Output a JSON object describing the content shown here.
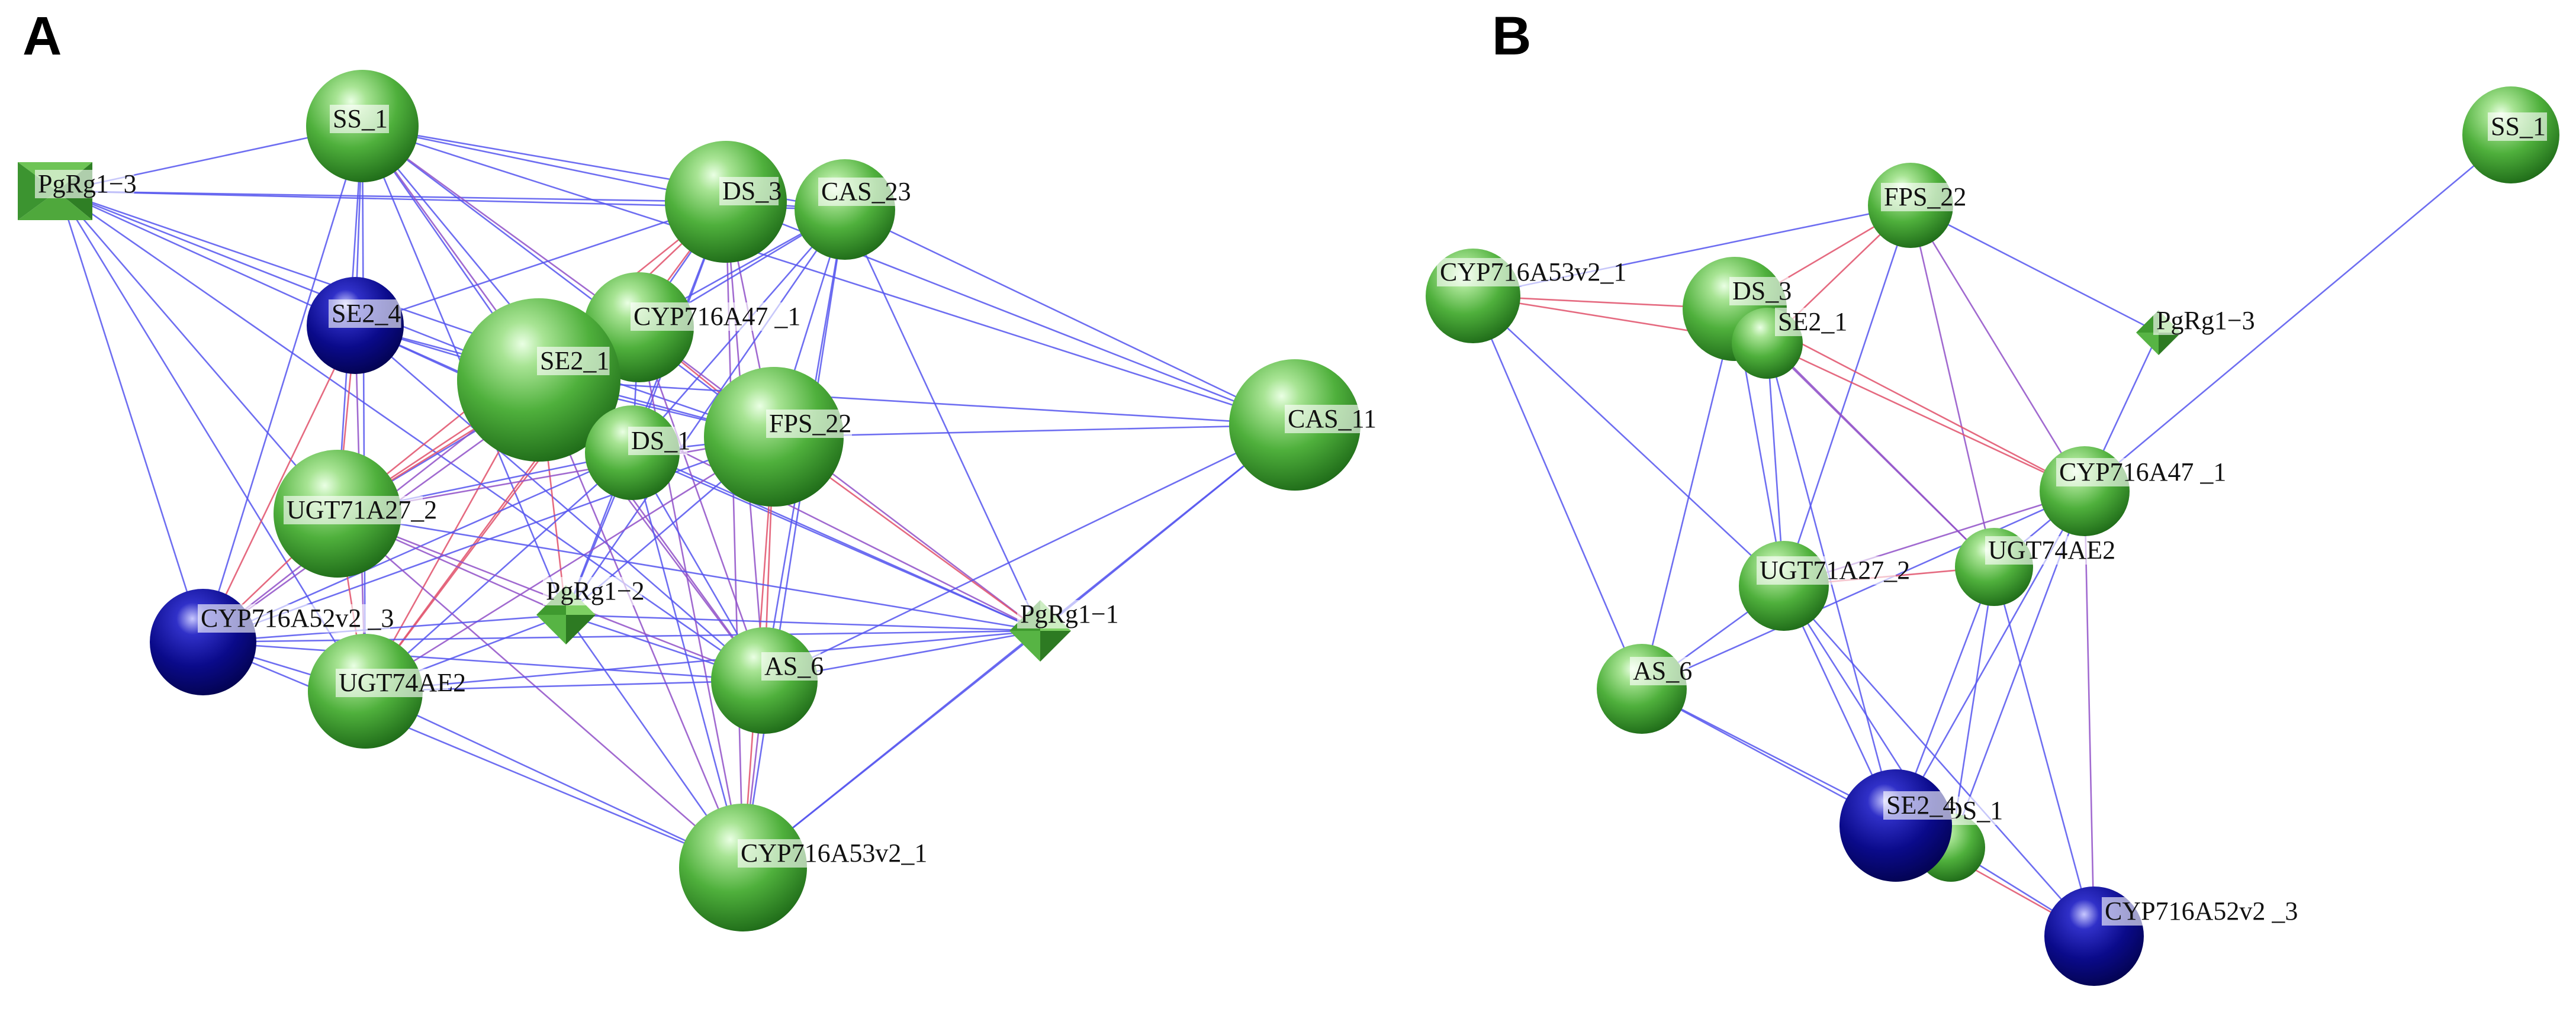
{
  "panels": [
    {
      "letter": "A",
      "nodes": [
        {
          "id": "SS_1",
          "label": "SS_1",
          "color": "green",
          "shape": "sphere"
        },
        {
          "id": "PgRg1-3",
          "label": "PgRg1−3",
          "color": "green",
          "shape": "pyramid"
        },
        {
          "id": "DS_3",
          "label": "DS_3",
          "color": "green",
          "shape": "sphere"
        },
        {
          "id": "CAS_23",
          "label": "CAS_23",
          "color": "green",
          "shape": "sphere"
        },
        {
          "id": "SE2_4",
          "label": "SE2_4",
          "color": "blue",
          "shape": "sphere"
        },
        {
          "id": "CYP716A47_1",
          "label": "CYP716A47 _1",
          "color": "green",
          "shape": "sphere"
        },
        {
          "id": "SE2_1",
          "label": "SE2_1",
          "color": "green",
          "shape": "sphere"
        },
        {
          "id": "DS_1",
          "label": "DS_1",
          "color": "green",
          "shape": "sphere"
        },
        {
          "id": "FPS_22",
          "label": "FPS_22",
          "color": "green",
          "shape": "sphere"
        },
        {
          "id": "CAS_11",
          "label": "CAS_11",
          "color": "green",
          "shape": "sphere"
        },
        {
          "id": "UGT71A27_2",
          "label": "UGT71A27_2",
          "color": "green",
          "shape": "sphere"
        },
        {
          "id": "PgRg1-2",
          "label": "PgRg1−2",
          "color": "green",
          "shape": "pyramid"
        },
        {
          "id": "PgRg1-1",
          "label": "PgRg1−1",
          "color": "green",
          "shape": "pyramid"
        },
        {
          "id": "CYP716A52v2_3",
          "label": "CYP716A52v2 _3",
          "color": "blue",
          "shape": "sphere"
        },
        {
          "id": "UGT74AE2",
          "label": "UGT74AE2",
          "color": "green",
          "shape": "sphere"
        },
        {
          "id": "AS_6",
          "label": "AS_6",
          "color": "green",
          "shape": "sphere"
        },
        {
          "id": "CYP716A53v2_1",
          "label": "CYP716A53v2_1",
          "color": "green",
          "shape": "sphere"
        }
      ],
      "edges": [
        [
          "PgRg1-3",
          "SS_1",
          "blue"
        ],
        [
          "PgRg1-3",
          "DS_3",
          "blue"
        ],
        [
          "PgRg1-3",
          "CAS_23",
          "blue"
        ],
        [
          "PgRg1-3",
          "SE2_4",
          "blue"
        ],
        [
          "PgRg1-3",
          "SE2_1",
          "blue"
        ],
        [
          "PgRg1-3",
          "UGT71A27_2",
          "blue"
        ],
        [
          "PgRg1-3",
          "CYP716A52v2_3",
          "blue"
        ],
        [
          "PgRg1-3",
          "UGT74AE2",
          "blue"
        ],
        [
          "PgRg1-3",
          "AS_6",
          "blue"
        ],
        [
          "PgRg1-3",
          "FPS_22",
          "blue"
        ],
        [
          "SS_1",
          "DS_3",
          "blue"
        ],
        [
          "SS_1",
          "CAS_23",
          "blue"
        ],
        [
          "SS_1",
          "SE2_4",
          "blue"
        ],
        [
          "SS_1",
          "SE2_1",
          "blue"
        ],
        [
          "SS_1",
          "DS_1",
          "blue"
        ],
        [
          "SS_1",
          "FPS_22",
          "blue"
        ],
        [
          "SS_1",
          "UGT71A27_2",
          "blue"
        ],
        [
          "SS_1",
          "PgRg1-2",
          "blue"
        ],
        [
          "SS_1",
          "UGT74AE2",
          "blue"
        ],
        [
          "SS_1",
          "CAS_11",
          "blue"
        ],
        [
          "SS_1",
          "CYP716A52v2_3",
          "blue"
        ],
        [
          "SS_1",
          "AS_6",
          "purple"
        ],
        [
          "SS_1",
          "CYP716A47_1",
          "purple"
        ],
        [
          "DS_3",
          "CAS_23",
          "blue"
        ],
        [
          "DS_3",
          "SE2_4",
          "blue"
        ],
        [
          "DS_3",
          "CYP716A47_1",
          "blue"
        ],
        [
          "DS_3",
          "SE2_1",
          "red"
        ],
        [
          "DS_3",
          "DS_1",
          "blue"
        ],
        [
          "DS_3",
          "FPS_22",
          "purple"
        ],
        [
          "DS_3",
          "CAS_11",
          "blue"
        ],
        [
          "DS_3",
          "UGT71A27_2",
          "red"
        ],
        [
          "DS_3",
          "PgRg1-2",
          "blue"
        ],
        [
          "DS_3",
          "AS_6",
          "purple"
        ],
        [
          "DS_3",
          "CYP716A53v2_1",
          "purple"
        ],
        [
          "DS_3",
          "UGT74AE2",
          "red"
        ],
        [
          "CAS_23",
          "SE2_1",
          "blue"
        ],
        [
          "CAS_23",
          "DS_1",
          "blue"
        ],
        [
          "CAS_23",
          "FPS_22",
          "blue"
        ],
        [
          "CAS_23",
          "CAS_11",
          "blue"
        ],
        [
          "CAS_23",
          "UGT71A27_2",
          "blue"
        ],
        [
          "CAS_23",
          "PgRg1-2",
          "blue"
        ],
        [
          "CAS_23",
          "PgRg1-1",
          "blue"
        ],
        [
          "CAS_23",
          "AS_6",
          "blue"
        ],
        [
          "CAS_23",
          "CYP716A53v2_1",
          "blue"
        ],
        [
          "SE2_4",
          "SE2_1",
          "blue"
        ],
        [
          "SE2_4",
          "DS_1",
          "blue"
        ],
        [
          "SE2_4",
          "FPS_22",
          "blue"
        ],
        [
          "SE2_4",
          "UGT71A27_2",
          "red"
        ],
        [
          "SE2_4",
          "CYP716A52v2_3",
          "red"
        ],
        [
          "SE2_4",
          "UGT74AE2",
          "purple"
        ],
        [
          "SE2_4",
          "AS_6",
          "blue"
        ],
        [
          "SE2_4",
          "PgRg1-1",
          "blue"
        ],
        [
          "CYP716A47_1",
          "SE2_1",
          "red"
        ],
        [
          "CYP716A47_1",
          "DS_1",
          "blue"
        ],
        [
          "CYP716A47_1",
          "FPS_22",
          "red"
        ],
        [
          "CYP716A47_1",
          "UGT71A27_2",
          "red"
        ],
        [
          "CYP716A47_1",
          "CYP716A52v2_3",
          "purple"
        ],
        [
          "CYP716A47_1",
          "UGT74AE2",
          "red"
        ],
        [
          "CYP716A47_1",
          "AS_6",
          "purple"
        ],
        [
          "CYP716A47_1",
          "CYP716A53v2_1",
          "purple"
        ],
        [
          "CYP716A47_1",
          "PgRg1-1",
          "purple"
        ],
        [
          "SE2_1",
          "DS_1",
          "blue"
        ],
        [
          "SE2_1",
          "FPS_22",
          "blue"
        ],
        [
          "SE2_1",
          "CAS_11",
          "blue"
        ],
        [
          "SE2_1",
          "UGT71A27_2",
          "red"
        ],
        [
          "SE2_1",
          "PgRg1-2",
          "red"
        ],
        [
          "SE2_1",
          "CYP716A52v2_3",
          "purple"
        ],
        [
          "SE2_1",
          "UGT74AE2",
          "red"
        ],
        [
          "SE2_1",
          "AS_6",
          "purple"
        ],
        [
          "SE2_1",
          "CYP716A53v2_1",
          "purple"
        ],
        [
          "SE2_1",
          "PgRg1-1",
          "purple"
        ],
        [
          "DS_1",
          "FPS_22",
          "blue"
        ],
        [
          "DS_1",
          "UGT71A27_2",
          "blue"
        ],
        [
          "DS_1",
          "PgRg1-2",
          "blue"
        ],
        [
          "DS_1",
          "UGT74AE2",
          "blue"
        ],
        [
          "DS_1",
          "AS_6",
          "blue"
        ],
        [
          "DS_1",
          "CYP716A53v2_1",
          "blue"
        ],
        [
          "DS_1",
          "CYP716A52v2_3",
          "blue"
        ],
        [
          "DS_1",
          "PgRg1-1",
          "blue"
        ],
        [
          "FPS_22",
          "CAS_11",
          "blue"
        ],
        [
          "FPS_22",
          "UGT71A27_2",
          "purple"
        ],
        [
          "FPS_22",
          "PgRg1-2",
          "blue"
        ],
        [
          "FPS_22",
          "PgRg1-1",
          "red"
        ],
        [
          "FPS_22",
          "AS_6",
          "red"
        ],
        [
          "FPS_22",
          "CYP716A53v2_1",
          "red"
        ],
        [
          "FPS_22",
          "UGT74AE2",
          "purple"
        ],
        [
          "FPS_22",
          "CYP716A52v2_3",
          "blue"
        ],
        [
          "CAS_11",
          "PgRg1-1",
          "blue"
        ],
        [
          "CAS_11",
          "CYP716A53v2_1",
          "blue"
        ],
        [
          "CAS_11",
          "AS_6",
          "blue"
        ],
        [
          "UGT71A27_2",
          "CYP716A52v2_3",
          "red"
        ],
        [
          "UGT71A27_2",
          "UGT74AE2",
          "red"
        ],
        [
          "UGT71A27_2",
          "PgRg1-2",
          "purple"
        ],
        [
          "UGT71A27_2",
          "AS_6",
          "purple"
        ],
        [
          "UGT71A27_2",
          "CYP716A53v2_1",
          "purple"
        ],
        [
          "UGT71A27_2",
          "PgRg1-1",
          "blue"
        ],
        [
          "PgRg1-2",
          "UGT74AE2",
          "blue"
        ],
        [
          "PgRg1-2",
          "AS_6",
          "blue"
        ],
        [
          "PgRg1-2",
          "CYP716A53v2_1",
          "blue"
        ],
        [
          "PgRg1-2",
          "PgRg1-1",
          "blue"
        ],
        [
          "PgRg1-2",
          "CYP716A52v2_3",
          "blue"
        ],
        [
          "PgRg1-1",
          "AS_6",
          "blue"
        ],
        [
          "PgRg1-1",
          "CYP716A53v2_1",
          "blue"
        ],
        [
          "PgRg1-1",
          "UGT74AE2",
          "blue"
        ],
        [
          "PgRg1-1",
          "CYP716A52v2_3",
          "blue"
        ],
        [
          "CYP716A52v2_3",
          "UGT74AE2",
          "blue"
        ],
        [
          "CYP716A52v2_3",
          "AS_6",
          "blue"
        ],
        [
          "CYP716A52v2_3",
          "CYP716A53v2_1",
          "blue"
        ],
        [
          "UGT74AE2",
          "AS_6",
          "blue"
        ],
        [
          "UGT74AE2",
          "CYP716A53v2_1",
          "blue"
        ],
        [
          "AS_6",
          "CYP716A53v2_1",
          "purple"
        ]
      ]
    },
    {
      "letter": "B",
      "nodes": [
        {
          "id": "SS_1",
          "label": "SS_1",
          "color": "green",
          "shape": "sphere"
        },
        {
          "id": "FPS_22",
          "label": "FPS_22",
          "color": "green",
          "shape": "sphere"
        },
        {
          "id": "CYP716A53v2_1",
          "label": "CYP716A53v2_1",
          "color": "green",
          "shape": "sphere"
        },
        {
          "id": "DS_3",
          "label": "DS_3",
          "color": "green",
          "shape": "sphere"
        },
        {
          "id": "SE2_1",
          "label": "SE2_1",
          "color": "green",
          "shape": "sphere"
        },
        {
          "id": "PgRg1-3",
          "label": "PgRg1−3",
          "color": "green",
          "shape": "pyramid"
        },
        {
          "id": "CYP716A47_1",
          "label": "CYP716A47 _1",
          "color": "green",
          "shape": "sphere"
        },
        {
          "id": "UGT71A27_2",
          "label": "UGT71A27_2",
          "color": "green",
          "shape": "sphere"
        },
        {
          "id": "UGT74AE2",
          "label": "UGT74AE2",
          "color": "green",
          "shape": "sphere"
        },
        {
          "id": "AS_6",
          "label": "AS_6",
          "color": "green",
          "shape": "sphere"
        },
        {
          "id": "DS_1",
          "label": "DS_1",
          "color": "green",
          "shape": "sphere"
        },
        {
          "id": "SE2_4",
          "label": "SE2_4",
          "color": "blue",
          "shape": "sphere"
        },
        {
          "id": "CYP716A52v2_3",
          "label": "CYP716A52v2 _3",
          "color": "blue",
          "shape": "sphere"
        }
      ],
      "edges": [
        [
          "SS_1",
          "CYP716A47_1",
          "blue"
        ],
        [
          "FPS_22",
          "CYP716A53v2_1",
          "blue"
        ],
        [
          "FPS_22",
          "DS_3",
          "red"
        ],
        [
          "FPS_22",
          "SE2_1",
          "red"
        ],
        [
          "FPS_22",
          "PgRg1-3",
          "blue"
        ],
        [
          "FPS_22",
          "CYP716A47_1",
          "purple"
        ],
        [
          "FPS_22",
          "UGT71A27_2",
          "blue"
        ],
        [
          "FPS_22",
          "UGT74AE2",
          "purple"
        ],
        [
          "CYP716A53v2_1",
          "DS_3",
          "red"
        ],
        [
          "CYP716A53v2_1",
          "SE2_1",
          "red"
        ],
        [
          "CYP716A53v2_1",
          "AS_6",
          "blue"
        ],
        [
          "CYP716A53v2_1",
          "UGT71A27_2",
          "blue"
        ],
        [
          "DS_3",
          "SE2_1",
          "red"
        ],
        [
          "DS_3",
          "CYP716A47_1",
          "red"
        ],
        [
          "DS_3",
          "UGT74AE2",
          "purple"
        ],
        [
          "DS_3",
          "UGT71A27_2",
          "blue"
        ],
        [
          "DS_3",
          "AS_6",
          "blue"
        ],
        [
          "SE2_1",
          "CYP716A47_1",
          "red"
        ],
        [
          "SE2_1",
          "UGT74AE2",
          "purple"
        ],
        [
          "SE2_1",
          "UGT71A27_2",
          "blue"
        ],
        [
          "SE2_1",
          "SE2_4",
          "blue"
        ],
        [
          "PgRg1-3",
          "CYP716A47_1",
          "blue"
        ],
        [
          "CYP716A47_1",
          "UGT71A27_2",
          "purple"
        ],
        [
          "CYP716A47_1",
          "UGT74AE2",
          "blue"
        ],
        [
          "CYP716A47_1",
          "AS_6",
          "blue"
        ],
        [
          "CYP716A47_1",
          "SE2_4",
          "blue"
        ],
        [
          "CYP716A47_1",
          "DS_1",
          "blue"
        ],
        [
          "CYP716A47_1",
          "CYP716A52v2_3",
          "purple"
        ],
        [
          "UGT71A27_2",
          "UGT74AE2",
          "red"
        ],
        [
          "UGT71A27_2",
          "AS_6",
          "blue"
        ],
        [
          "UGT71A27_2",
          "SE2_4",
          "blue"
        ],
        [
          "UGT71A27_2",
          "DS_1",
          "blue"
        ],
        [
          "UGT71A27_2",
          "CYP716A52v2_3",
          "blue"
        ],
        [
          "UGT74AE2",
          "SE2_4",
          "blue"
        ],
        [
          "UGT74AE2",
          "DS_1",
          "blue"
        ],
        [
          "UGT74AE2",
          "CYP716A52v2_3",
          "blue"
        ],
        [
          "AS_6",
          "SE2_4",
          "blue"
        ],
        [
          "AS_6",
          "DS_1",
          "blue"
        ],
        [
          "SE2_4",
          "CYP716A52v2_3",
          "red"
        ],
        [
          "DS_1",
          "CYP716A52v2_3",
          "blue"
        ]
      ]
    }
  ],
  "colors": {
    "green": "#4caf3a",
    "blue": "#0c0c8a",
    "edge_blue": "#5555ee",
    "edge_red": "#e0506a",
    "edge_purple": "#9050c8"
  }
}
